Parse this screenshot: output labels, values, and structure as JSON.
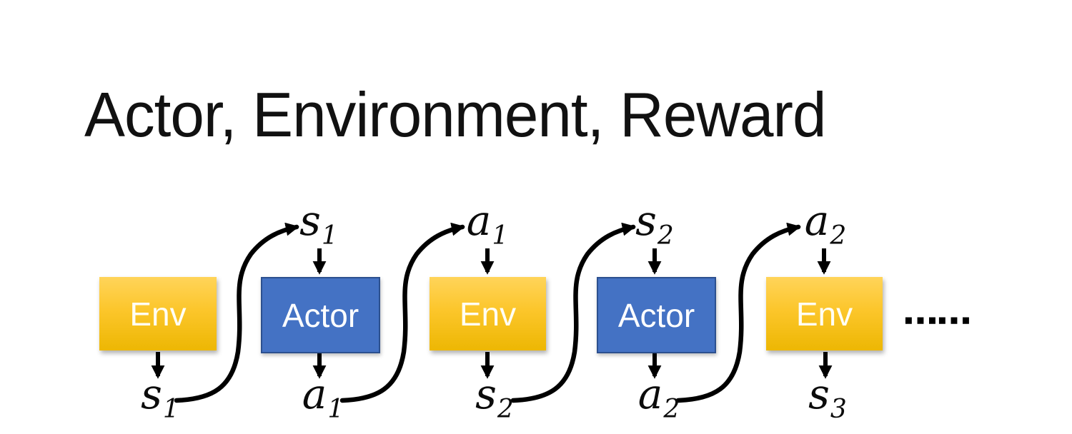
{
  "title": "Actor, Environment, Reward",
  "diagram": {
    "boxes": [
      {
        "label": "Env",
        "kind": "env"
      },
      {
        "label": "Actor",
        "kind": "actor"
      },
      {
        "label": "Env",
        "kind": "env"
      },
      {
        "label": "Actor",
        "kind": "actor"
      },
      {
        "label": "Env",
        "kind": "env"
      }
    ],
    "top_labels": [
      {
        "base": "s",
        "sub": "1"
      },
      {
        "base": "a",
        "sub": "1"
      },
      {
        "base": "s",
        "sub": "2"
      },
      {
        "base": "a",
        "sub": "2"
      }
    ],
    "bottom_labels": [
      {
        "base": "s",
        "sub": "1"
      },
      {
        "base": "a",
        "sub": "1"
      },
      {
        "base": "s",
        "sub": "2"
      },
      {
        "base": "a",
        "sub": "2"
      },
      {
        "base": "s",
        "sub": "3"
      }
    ],
    "ellipsis": "……"
  },
  "colors": {
    "background": "#FFFFFF",
    "title_text": "#111111",
    "env_gradient_top": "#FFD45A",
    "env_gradient_bottom": "#EDB703",
    "actor_fill": "#4472C4",
    "actor_border": "#2C508F",
    "box_text": "#FFFFFF",
    "arrow": "#000000"
  }
}
